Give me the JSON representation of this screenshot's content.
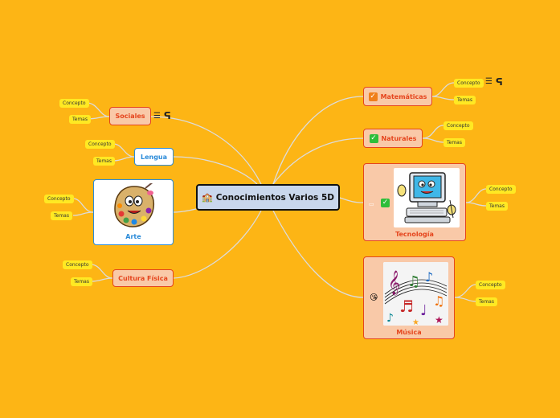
{
  "central": {
    "icon": "school-building-icon",
    "title": "Conocimientos Varios 5D"
  },
  "left_topics": [
    {
      "title": "Sociales",
      "leaves": [
        "Concepto",
        "Temas"
      ],
      "note_icons": [
        "☰",
        "ᕋ"
      ]
    },
    {
      "title": "Lengua",
      "leaves": [
        "Concepto",
        "Temas"
      ]
    },
    {
      "title": "Arte",
      "leaves": [
        "Concepto",
        "Temas"
      ],
      "image": "painter-palette-image"
    },
    {
      "title": "Cultura Física",
      "leaves": [
        "Concepto",
        "Temas"
      ]
    }
  ],
  "right_topics": [
    {
      "title": "Matemáticas",
      "leaves": [
        "Concepto",
        "Temas"
      ],
      "icon": "checkbox-orange-icon",
      "note_icons": [
        "☰",
        "ᕋ"
      ]
    },
    {
      "title": "Naturales",
      "leaves": [
        "Concepto",
        "Temas"
      ],
      "icon": "checkbox-green-icon"
    },
    {
      "title": "Tecnología",
      "leaves": [
        "Concepto",
        "Temas"
      ],
      "icon": "checkbox-green-icon",
      "image": "computer-cartoon-image"
    },
    {
      "title": "Música",
      "leaves": [
        "Concepto",
        "Temas"
      ],
      "icon": "smiley-icon",
      "image": "music-notes-image"
    }
  ],
  "colors": {
    "background": "#FDB515",
    "central_fill": "#C9D7EC",
    "topic_orange": "#E5451D",
    "topic_orange_fill": "#F9C9A8",
    "topic_blue": "#2B8BD9",
    "leaf_fill": "#FFE923",
    "connector": "#D9D9D9"
  }
}
